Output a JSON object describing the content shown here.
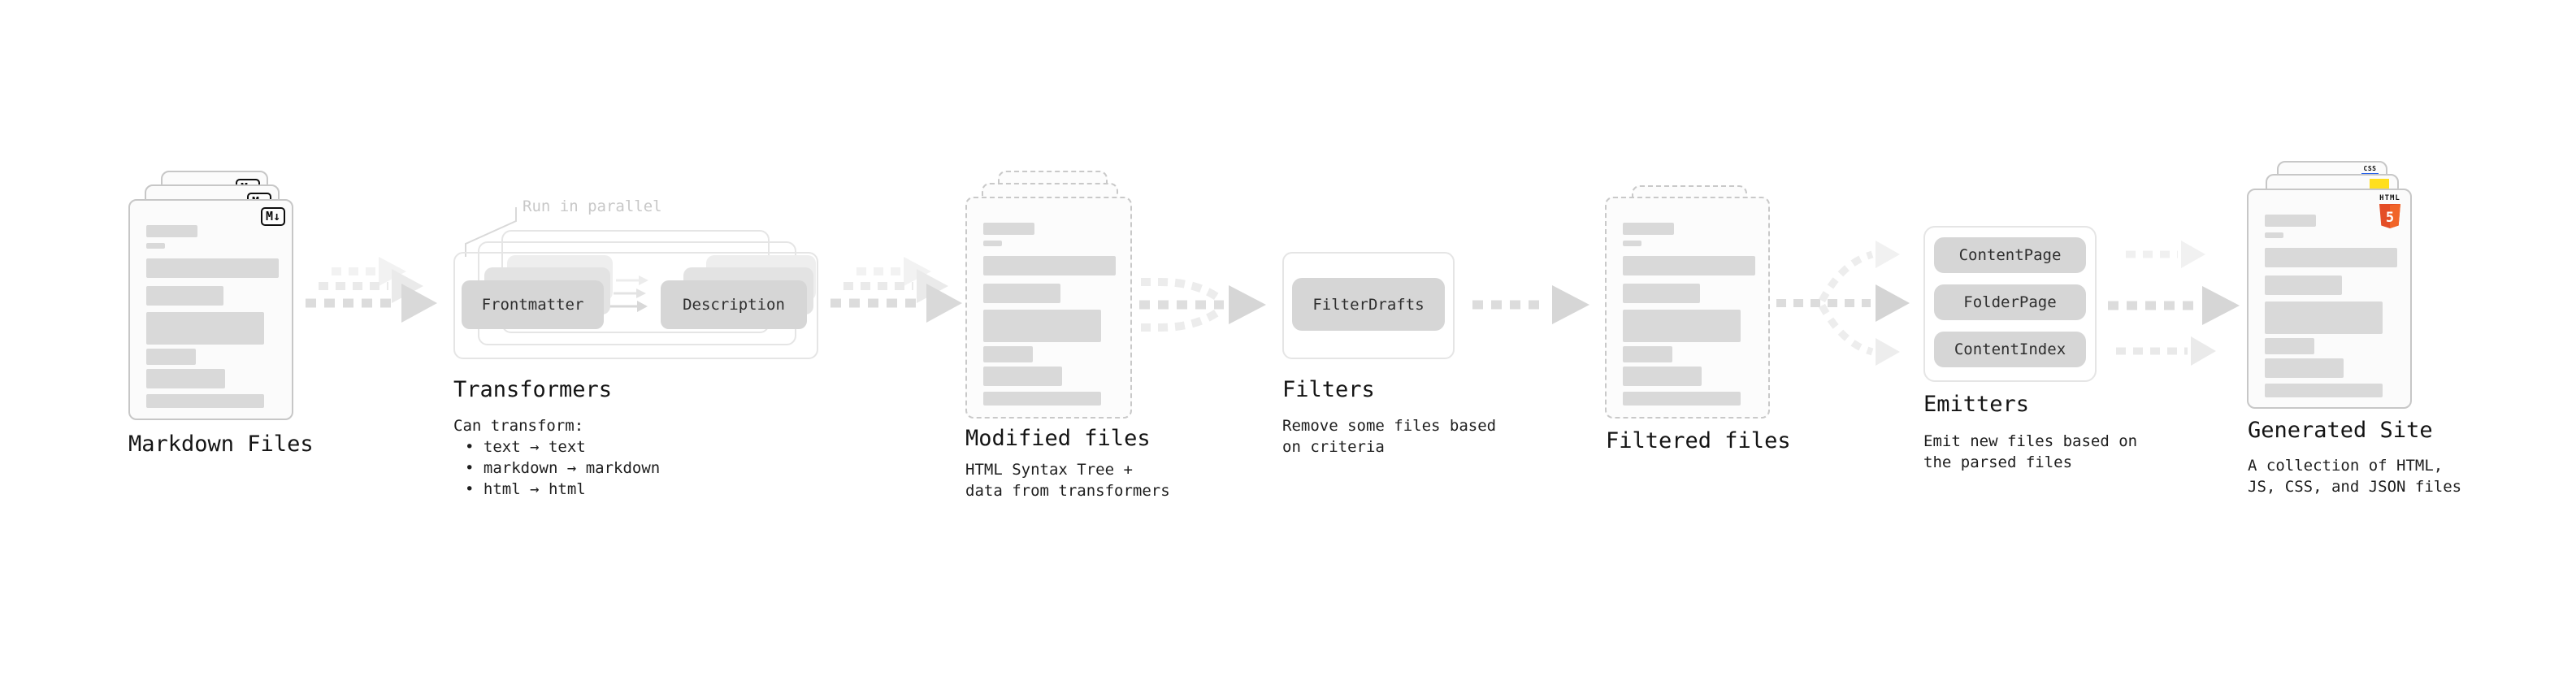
{
  "stages": {
    "markdown_files": {
      "title": "Markdown Files",
      "badge": "M↓"
    },
    "transformers": {
      "title": "Transformers",
      "annotation": "Run in parallel",
      "input_pill": "Frontmatter",
      "output_pill": "Description",
      "description_heading": "Can transform:",
      "capabilities": [
        "• text → text",
        "• markdown → markdown",
        "• html → html"
      ]
    },
    "modified_files": {
      "title": "Modified files",
      "description": "HTML Syntax Tree +\ndata from transformers"
    },
    "filters": {
      "title": "Filters",
      "pill": "FilterDrafts",
      "description": "Remove some files based\non criteria"
    },
    "filtered_files": {
      "title": "Filtered files"
    },
    "emitters": {
      "title": "Emitters",
      "pills": [
        "ContentPage",
        "FolderPage",
        "ContentIndex"
      ],
      "description": "Emit new files based on\nthe parsed files"
    },
    "generated_site": {
      "title": "Generated Site",
      "description": "A collection of HTML,\nJS, CSS, and JSON files",
      "badges": {
        "css_label": "CSS",
        "html_label": "HTML",
        "html_number": "5"
      }
    }
  },
  "doc_bars": [
    {
      "w": 63,
      "h": 15,
      "mt": 0
    },
    {
      "w": 23,
      "h": 7,
      "mt": 7
    },
    {
      "w": 163,
      "h": 24,
      "mt": 12
    },
    {
      "w": 95,
      "h": 24,
      "mt": 10
    },
    {
      "w": 145,
      "h": 40,
      "mt": 8
    },
    {
      "w": 61,
      "h": 20,
      "mt": 5
    },
    {
      "w": 97,
      "h": 24,
      "mt": 5
    },
    {
      "w": 145,
      "h": 17,
      "mt": 7
    }
  ],
  "colors": {
    "html5_orange": "#e44d26",
    "html5_orange_light": "#f16529",
    "js_yellow": "#ffdf1e",
    "css_blue": "#2862e9",
    "bar_gray": "#d9d9d9",
    "pill_gray": "#d6d6d6",
    "arrow_gray": "#dcdcdc",
    "muted_note": "#c8c8c8"
  }
}
